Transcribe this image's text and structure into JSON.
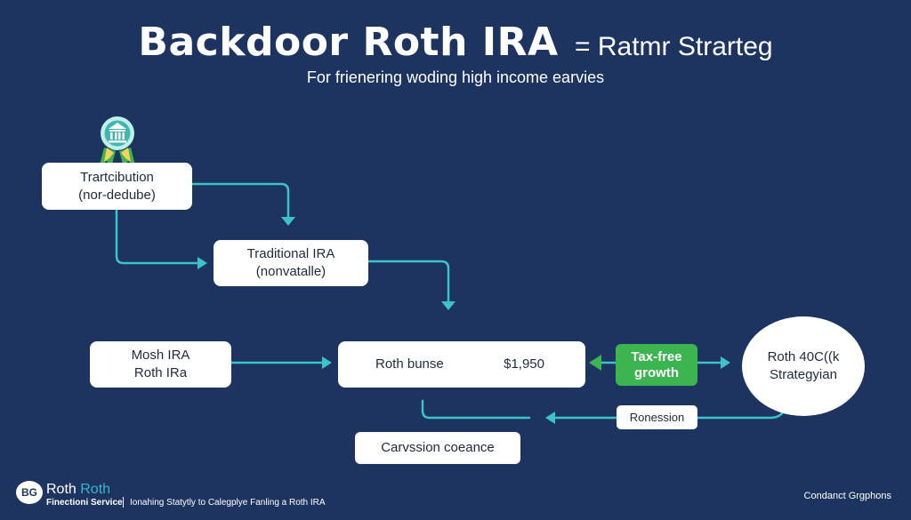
{
  "header": {
    "title": "Backdoor Roth IRA",
    "title_suffix": "= Ratmr Strarteg",
    "subtitle": "For frienering woding high income earvies"
  },
  "diagram": {
    "contribution": {
      "line1": "Trartcibution",
      "line2": "(nor-dedube)"
    },
    "traditional_ira": {
      "line1": "Traditional IRA",
      "line2": "(nonvatalle)"
    },
    "mosh_ira": {
      "line1": "Mosh IRA",
      "line2": "Roth IRa"
    },
    "roth_bunse": {
      "label": "Roth bunse",
      "amount": "$1,950"
    },
    "tax_free": {
      "line1": "Tax-free",
      "line2": "growth"
    },
    "roth_401k": {
      "line1": "Roth 40C((k",
      "line2": "Strategyian"
    },
    "ronession": "Ronession",
    "carvssion": "Carvssion coeance"
  },
  "footer": {
    "logo": "BG",
    "brand_part1": "Roth",
    "brand_part2": "Roth",
    "service": "Finectioni Service",
    "tagline": "Ionahing Statytly to Calegplye Fanling a Roth IRA",
    "right": "Condanct Grgphons"
  },
  "colors": {
    "background": "#1d3461",
    "connector": "#3cc3c9",
    "badge": "#3cb44f",
    "box": "#ffffff"
  },
  "icons": {
    "emblem": "bank-award-icon"
  }
}
